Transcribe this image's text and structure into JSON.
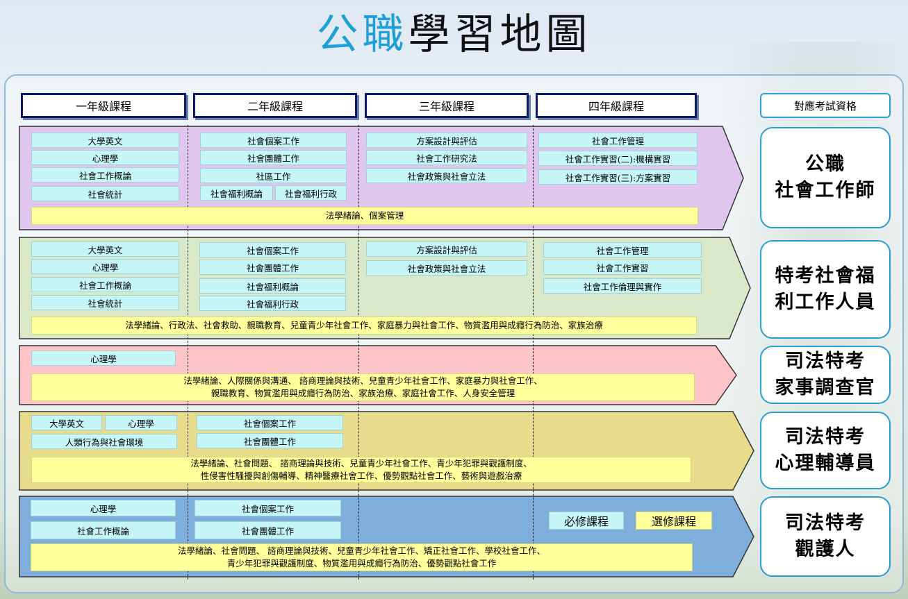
{
  "title": {
    "accent": "公職",
    "rest": "學習地圖"
  },
  "year_headers": [
    "一年級課程",
    "二年級課程",
    "三年級課程",
    "四年級課程"
  ],
  "exam_header": "對應考試資格",
  "band_colors": [
    "#e0c6ee",
    "#d8e8c8",
    "#ffc4c8",
    "#e6dc8c",
    "#7eaedc"
  ],
  "tracks": [
    {
      "exam": [
        "公職",
        "社會工作師"
      ],
      "required": [
        [
          "大學英文",
          "心理學",
          "社會工作概論",
          "社會統計"
        ],
        [
          "社會個案工作",
          "社會團體工作",
          "社區工作",
          "社會福利概論",
          "社會福利行政"
        ],
        [
          "方案設計與評估",
          "社會工作研究法",
          "社會政策與社會立法"
        ],
        [
          "社會工作管理",
          "社會工作實習(二):機構實習",
          "社會工作實習(三):方案實習"
        ]
      ],
      "elective": [
        "法學緒論、個案管理"
      ]
    },
    {
      "exam": [
        "特考社會福",
        "利工作人員"
      ],
      "required": [
        [
          "大學英文",
          "心理學",
          "社會工作概論",
          "社會統計"
        ],
        [
          "社會個案工作",
          "社會團體工作",
          "社會福利概論",
          "社會福利行政"
        ],
        [
          "方案設計與評估",
          "社會政策與社會立法"
        ],
        [
          "社會工作管理",
          "社會工作實習",
          "社會工作倫理與實作"
        ]
      ],
      "elective": [
        "法學緒論、行政法、社會救助、親職教育、兒童青少年社會工作、家庭暴力與社會工作、物質濫用與成癮行為防治、家族治療"
      ]
    },
    {
      "exam": [
        "司法特考",
        "家事調查官"
      ],
      "required": [
        [
          "心理學"
        ]
      ],
      "elective": [
        "法學緒論、人際關係與溝通、 諮商理論與技術、兒童青少年社會工作、家庭暴力與社會工作、",
        "親職教育、物質濫用與成癮行為防治、家族治療、家庭社會工作、人身安全管理"
      ]
    },
    {
      "exam": [
        "司法特考",
        "心理輔導員"
      ],
      "required": [
        [
          "大學英文",
          "心理學",
          "人類行為與社會環境"
        ],
        [
          "社會個案工作",
          "社會團體工作"
        ]
      ],
      "elective": [
        "法學緒論、社會問題、 諮商理論與技術、兒童青少年社會工作、青少年犯罪與觀護制度、",
        "性侵害性騷擾與創傷輔導、精神醫療社會工作、優勢觀點社會工作、藝術與遊戲治療"
      ]
    },
    {
      "exam": [
        "司法特考",
        "觀護人"
      ],
      "required": [
        [
          "心理學",
          "社會工作概論"
        ],
        [
          "社會個案工作",
          "社會團體工作"
        ]
      ],
      "elective": [
        "法學緒論、社會問題、 諮商理論與技術、兒童青少年社會工作、矯正社會工作、學校社會工作、",
        "青少年犯罪與觀護制度、物質濫用與成癮行為防治、優勢觀點社會工作"
      ]
    }
  ],
  "legend": {
    "required": "必修課程",
    "elective": "選修課程",
    "required_color": "#c6f5f7",
    "elective_color": "#ffff9c"
  }
}
